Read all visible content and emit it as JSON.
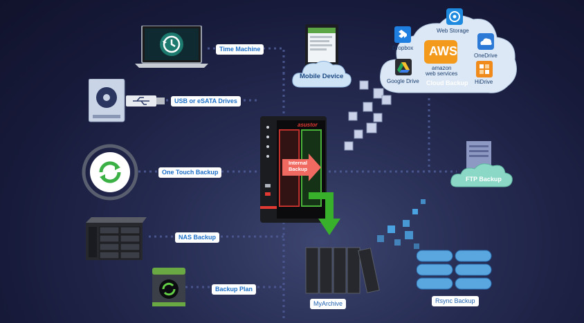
{
  "labels": {
    "time_machine": "Time Machine",
    "usb": "USB or eSATA Drives",
    "one_touch": "One Touch Backup",
    "nas_backup": "NAS Backup",
    "backup_plan": "Backup Plan",
    "mobile_device": "Mobile Device",
    "ftp_backup": "FTP Backup",
    "myarchive": "MyArchive",
    "rsync_backup": "Rsync Backup",
    "internal_backup_line1": "Internal",
    "internal_backup_line2": "Backup",
    "nas_brand": "asustor"
  },
  "cloud": {
    "web_storage": "Web Storage",
    "dropbox": "Dropbox",
    "onedrive": "OneDrive",
    "aws": "AWS",
    "aws_sub1": "amazon",
    "aws_sub2": "web services",
    "google_drive": "Google Drive",
    "cloud_backup": "Cloud Backup",
    "hidrive": "HiDrive"
  },
  "colors": {
    "label_text": "#1c6fc7",
    "accent_green": "#4caf30",
    "accent_red": "#e8413a",
    "cloud_fill": "#dce8f5",
    "ftp_cloud": "#8fd8c8",
    "rsync_blue": "#5aa7e0"
  },
  "icons": [
    "laptop-clock-icon",
    "usb-drive-icon",
    "usb-plug-icon",
    "one-touch-icon",
    "nas-4bay-icon",
    "backup-plan-drive-icon",
    "phone-icon",
    "web-storage-icon",
    "dropbox-icon",
    "onedrive-icon",
    "aws-icon",
    "google-drive-icon",
    "hidrive-icon",
    "ftp-server-icon",
    "myarchive-drives-icon",
    "rsync-database-icon"
  ]
}
